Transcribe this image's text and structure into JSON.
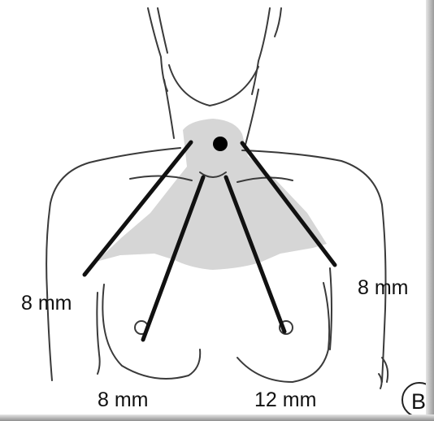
{
  "diagram": {
    "labels": {
      "left_shoulder": "8 mm",
      "right_shoulder": "8 mm",
      "left_breast": "8 mm",
      "right_breast": "12 mm"
    },
    "panel_letter": "B",
    "colors": {
      "shaded_region": "#d6d6d6",
      "outline": "#3a3a3a",
      "rays": "#111111"
    }
  }
}
